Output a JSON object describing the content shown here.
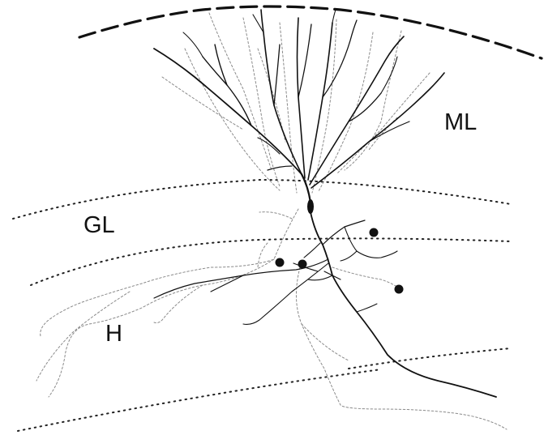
{
  "labels": {
    "molecular_layer": "ML",
    "granule_layer": "GL",
    "hilus": "H"
  },
  "colors": {
    "ink": "#111111",
    "faint_process": "#8a8a8a",
    "background": "#ffffff"
  }
}
